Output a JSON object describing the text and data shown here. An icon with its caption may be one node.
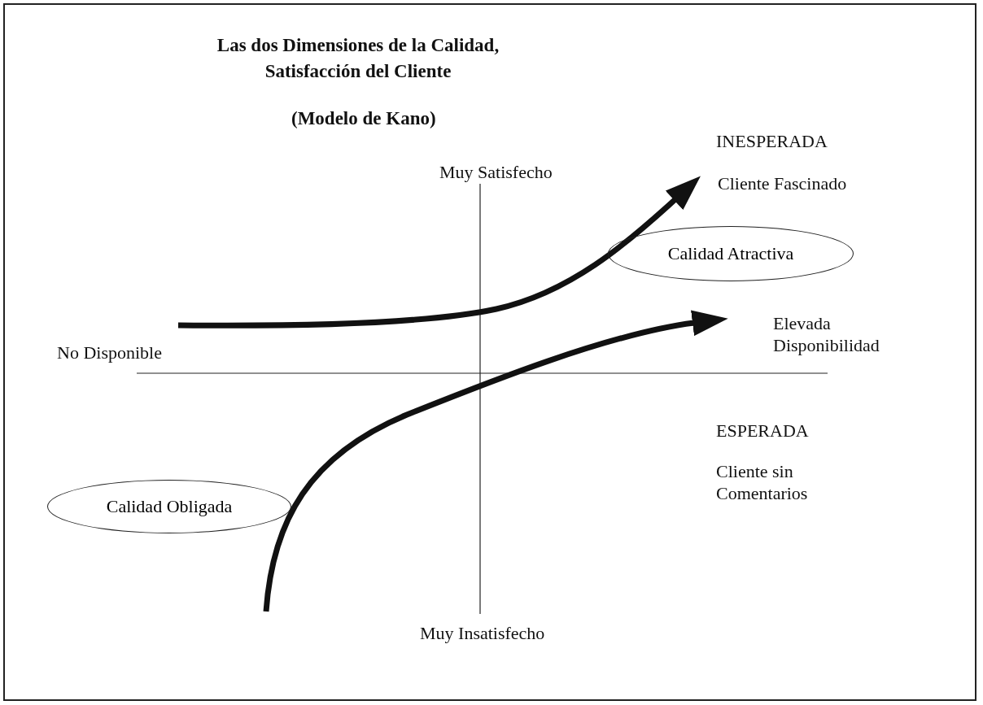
{
  "diagram": {
    "title": "Las dos Dimensiones de la Calidad, Satisfacción del Cliente",
    "nodes": [
      {
        "text": [
          "Calidad Atractiva"
        ]
      },
      {
        "text": [
          "Calidad Obligada"
        ]
      }
    ],
    "labels": [
      "(Modelo de Kano)",
      "INESPERADA",
      "Muy Satisfecho",
      "Cliente Fascinado",
      "Elevada Disponibilidad",
      "No Disponible",
      "ESPERADA",
      "Cliente sin Comentarios",
      "Muy Insatisfecho"
    ]
  }
}
